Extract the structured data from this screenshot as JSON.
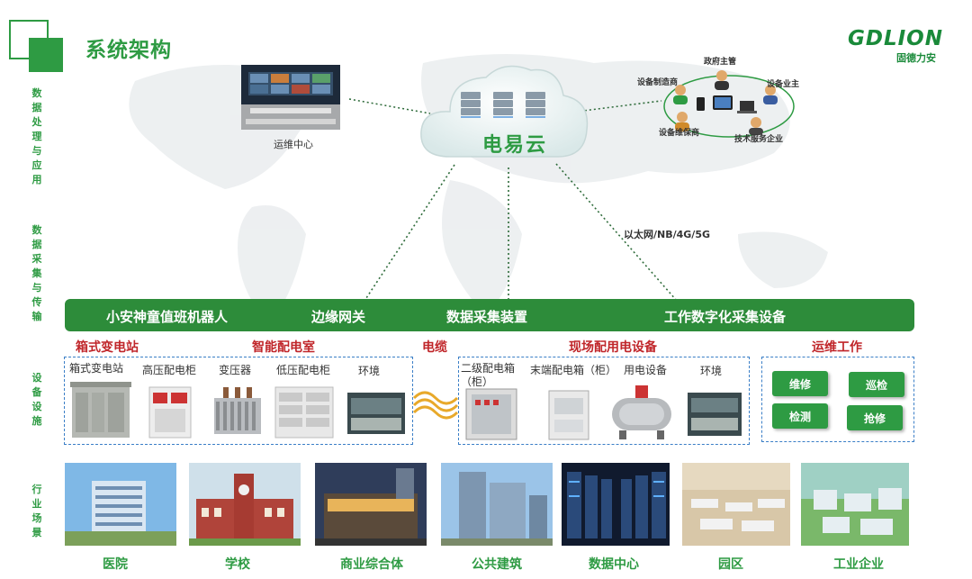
{
  "title": "系统架构",
  "brand": {
    "name": "GDLION",
    "sub": "固德力安"
  },
  "side_labels": {
    "processing": "数据处理与应用",
    "collection": "数据采集与传输",
    "equipment": "设备设施",
    "industry": "行业场景"
  },
  "ops_center": "运维中心",
  "cloud": "电易云",
  "network": "以太网/NB/4G/5G",
  "parties": {
    "gov": "政府主管",
    "maker": "设备制造商",
    "owner": "设备业主",
    "maint": "设备维保商",
    "service": "技术服务企业"
  },
  "collect_bar": [
    "小安神童值班机器人",
    "边缘网关",
    "数据采集装置",
    "工作数字化采集设备"
  ],
  "categories": [
    "箱式变电站",
    "智能配电室",
    "电缆",
    "现场配用电设备",
    "运维工作"
  ],
  "devices_left": [
    "箱式变电站",
    "高压配电柜",
    "变压器",
    "低压配电柜",
    "环境"
  ],
  "devices_right": [
    "二级配电箱（柜）",
    "末端配电箱（柜）",
    "用电设备",
    "环境"
  ],
  "ops_work": [
    "维修",
    "巡检",
    "检测",
    "抢修"
  ],
  "industries": [
    "医院",
    "学校",
    "商业综合体",
    "公共建筑",
    "数据中心",
    "园区",
    "工业企业"
  ],
  "colors": {
    "green": "#2e9b43",
    "bar": "#2d8c3a",
    "red": "#c0262a",
    "dash": "#3b7fc7"
  }
}
